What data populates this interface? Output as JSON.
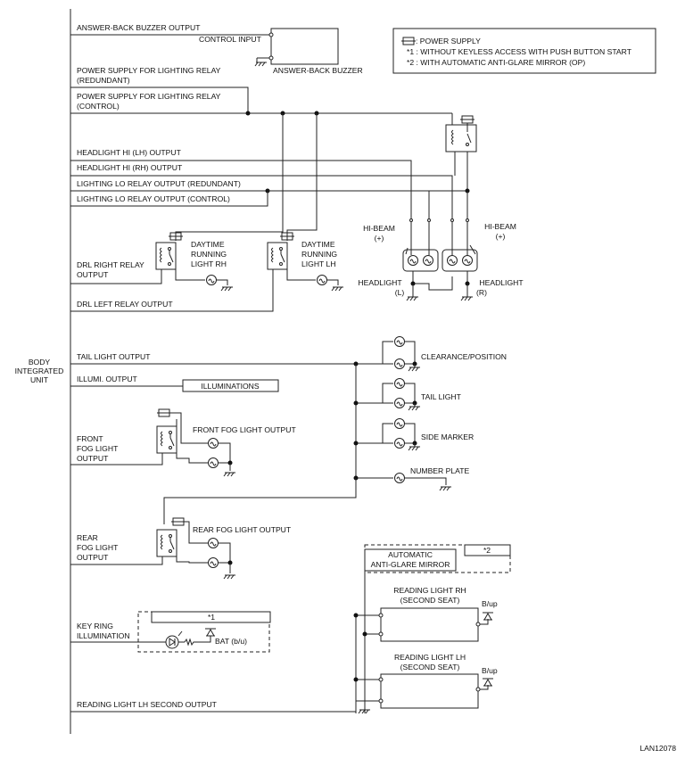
{
  "legend": {
    "power_supply": ": POWER SUPPLY",
    "note1": "*1 : WITHOUT KEYLESS ACCESS WITH PUSH BUTTON START",
    "note2": "*2 : WITH AUTOMATIC ANTI-GLARE MIRROR (OP)"
  },
  "unit": {
    "line1": "BODY",
    "line2": "INTEGRATED",
    "line3": "UNIT"
  },
  "outputs": {
    "answer_back": "ANSWER-BACK BUZZER OUTPUT",
    "pwr_redundant_1": "POWER SUPPLY FOR LIGHTING RELAY",
    "pwr_redundant_2": "(REDUNDANT)",
    "pwr_control_1": "POWER SUPPLY FOR LIGHTING RELAY",
    "pwr_control_2": "(CONTROL)",
    "hi_lh": "HEADLIGHT HI (LH) OUTPUT",
    "hi_rh": "HEADLIGHT HI (RH) OUTPUT",
    "lo_redundant": "LIGHTING LO RELAY OUTPUT (REDUNDANT)",
    "lo_control": "LIGHTING LO RELAY OUTPUT (CONTROL)",
    "drl_right_1": "DRL RIGHT RELAY",
    "drl_right_2": "OUTPUT",
    "drl_left": "DRL LEFT RELAY OUTPUT",
    "tail": "TAIL LIGHT OUTPUT",
    "illumi": "ILLUMI. OUTPUT",
    "front_fog_1": "FRONT",
    "front_fog_2": "FOG LIGHT",
    "front_fog_3": "OUTPUT",
    "rear_fog_1": "REAR",
    "rear_fog_2": "FOG LIGHT",
    "rear_fog_3": "OUTPUT",
    "key_ring_1": "KEY RING",
    "key_ring_2": "ILLUMINATION",
    "reading_lh": "READING LIGHT LH SECOND OUTPUT"
  },
  "buzzer": {
    "control_input": "CONTROL INPUT",
    "name": "ANSWER-BACK BUZZER"
  },
  "headlights": {
    "hi_beam": "HI-BEAM",
    "plus": "(+)",
    "headlight": "HEADLIGHT",
    "left": "(L)",
    "right": "(R)"
  },
  "drl": {
    "rh_1": "DAYTIME",
    "rh_2": "RUNNING",
    "rh_3": "LIGHT RH",
    "lh_1": "DAYTIME",
    "lh_2": "RUNNING",
    "lh_3": "LIGHT LH"
  },
  "lamps": {
    "clearance": "CLEARANCE/POSITION",
    "tail_light": "TAIL LIGHT",
    "side_marker": "SIDE MARKER",
    "number_plate": "NUMBER PLATE",
    "illuminations": "ILLUMINATIONS",
    "front_fog": "FRONT FOG LIGHT OUTPUT",
    "rear_fog": "REAR FOG LIGHT OUTPUT"
  },
  "mirror": {
    "line1": "AUTOMATIC",
    "line2": "ANTI-GLARE MIRROR",
    "note": "*2"
  },
  "reading": {
    "rh_1": "READING LIGHT RH",
    "rh_2": "(SECOND SEAT)",
    "lh_1": "READING LIGHT LH",
    "lh_2": "(SECOND SEAT)",
    "bup": "B/up"
  },
  "key_ring": {
    "note": "*1",
    "bat": "BAT (b/u)"
  },
  "figure_id": "LAN12078"
}
